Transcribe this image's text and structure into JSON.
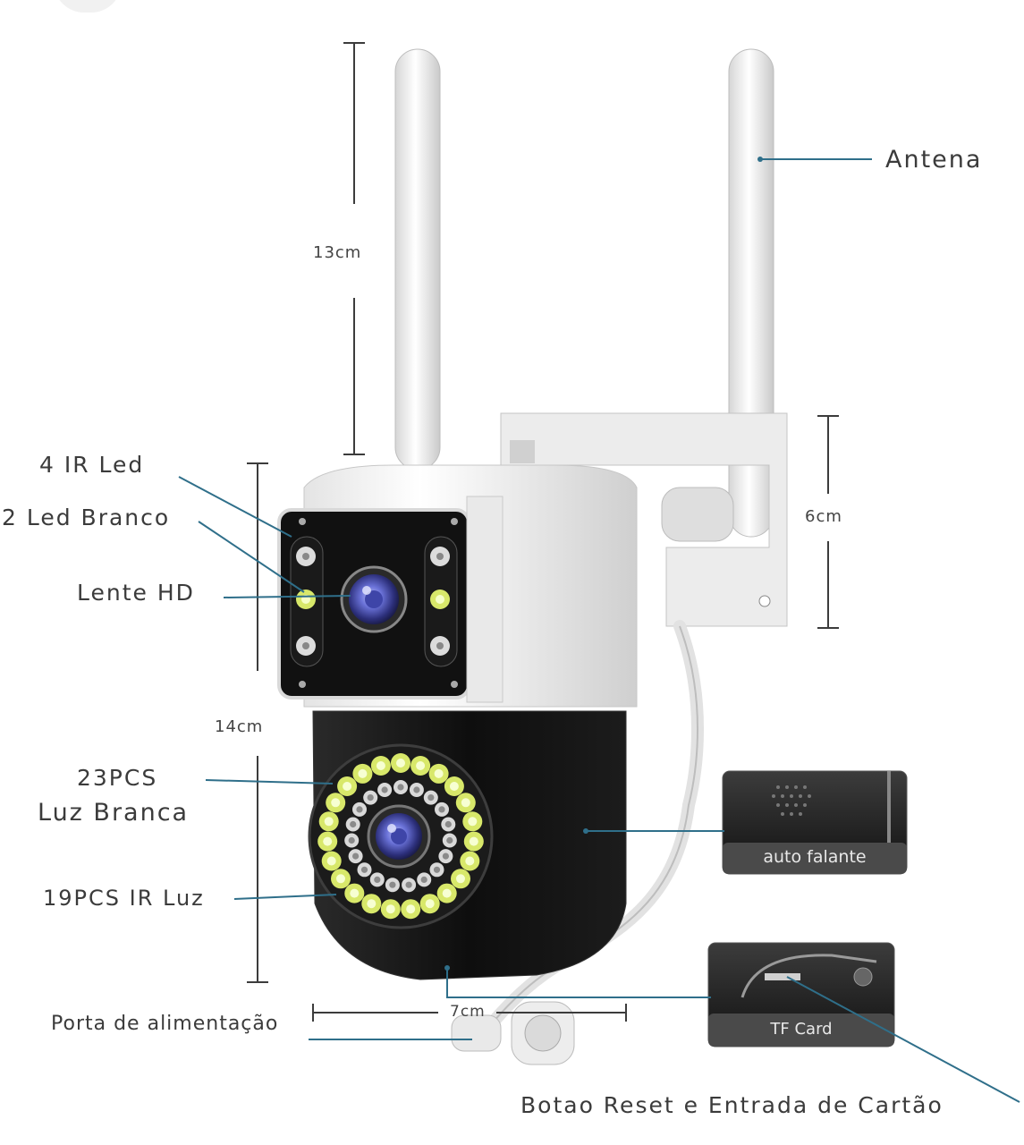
{
  "labels": {
    "antenna": "Antena",
    "ir_led": "4 IR Led",
    "white_led": "2 Led Branco",
    "lens": "Lente HD",
    "white_light_count": "23PCS",
    "white_light_name": "Luz Branca",
    "ir_light": "19PCS IR Luz",
    "power_port": "Porta de alimentação",
    "reset_card": "Botao Reset e Entrada de Cartão"
  },
  "dimensions": {
    "antenna_height": "13cm",
    "bracket_height": "6cm",
    "body_height": "14cm",
    "base_width": "7cm"
  },
  "callouts": {
    "speaker": "auto falante",
    "card": "TF Card"
  },
  "colors": {
    "body_white": "#f4f4f4",
    "body_black": "#111111",
    "led_yellow": "#d8e86a",
    "lens_blue": "#5a63c8",
    "leader_line": "#2f6f8a"
  }
}
